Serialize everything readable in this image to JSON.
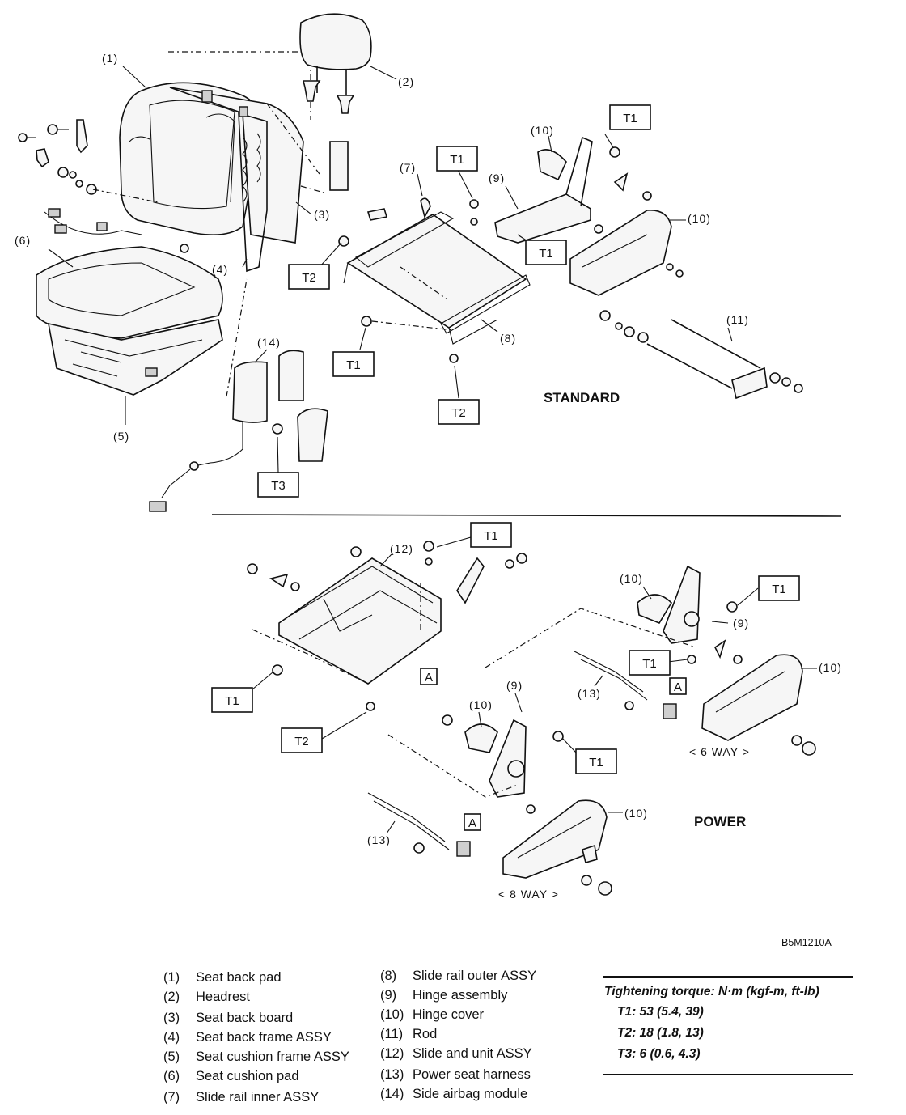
{
  "diagram": {
    "callouts": {
      "c1": "(1)",
      "c2": "(2)",
      "c3": "(3)",
      "c4": "(4)",
      "c5": "(5)",
      "c6": "(6)",
      "c7": "(7)",
      "c8": "(8)",
      "c9a": "(9)",
      "c10a": "(10)",
      "c10b": "(10)",
      "c11": "(11)",
      "c14": "(14)",
      "c12": "(12)",
      "c10c": "(10)",
      "c9b": "(9)",
      "c10d": "(10)",
      "c13a": "(13)",
      "c9c": "(9)",
      "c10e": "(10)",
      "c10f": "(10)",
      "c13b": "(13)"
    },
    "torque_boxes": {
      "t1_a": "T1",
      "t1_b": "T1",
      "t1_c": "T1",
      "t1_d": "T1",
      "t2_a": "T2",
      "t2_b": "T2",
      "t3_a": "T3",
      "t1_e": "T1",
      "t1_f": "T1",
      "t1_g": "T1",
      "t1_h": "T1",
      "t1_i": "T1",
      "t2_c": "T2"
    },
    "ref_boxes": {
      "a1": "A",
      "a2": "A",
      "a3": "A"
    },
    "section_standard": "STANDARD",
    "section_power": "POWER",
    "six_way": "< 6 WAY >",
    "eight_way": "< 8 WAY >",
    "figure_code": "B5M1210A"
  },
  "legend": {
    "items": [
      {
        "num": "(1)",
        "label": "Seat back pad"
      },
      {
        "num": "(2)",
        "label": "Headrest"
      },
      {
        "num": "(3)",
        "label": "Seat back board"
      },
      {
        "num": "(4)",
        "label": "Seat back frame ASSY"
      },
      {
        "num": "(5)",
        "label": "Seat cushion frame ASSY"
      },
      {
        "num": "(6)",
        "label": "Seat cushion pad"
      },
      {
        "num": "(7)",
        "label": "Slide rail inner ASSY"
      },
      {
        "num": "(8)",
        "label": "Slide rail outer ASSY"
      },
      {
        "num": "(9)",
        "label": "Hinge assembly"
      },
      {
        "num": "(10)",
        "label": "Hinge cover"
      },
      {
        "num": "(11)",
        "label": "Rod"
      },
      {
        "num": "(12)",
        "label": "Slide and unit ASSY"
      },
      {
        "num": "(13)",
        "label": "Power seat harness"
      },
      {
        "num": "(14)",
        "label": "Side airbag module"
      }
    ]
  },
  "torque": {
    "title": "Tightening torque: N·m (kgf-m, ft-lb)",
    "rows": [
      "T1: 53 (5.4, 39)",
      "T2: 18 (1.8, 13)",
      "T3: 6 (0.6, 4.3)"
    ]
  }
}
